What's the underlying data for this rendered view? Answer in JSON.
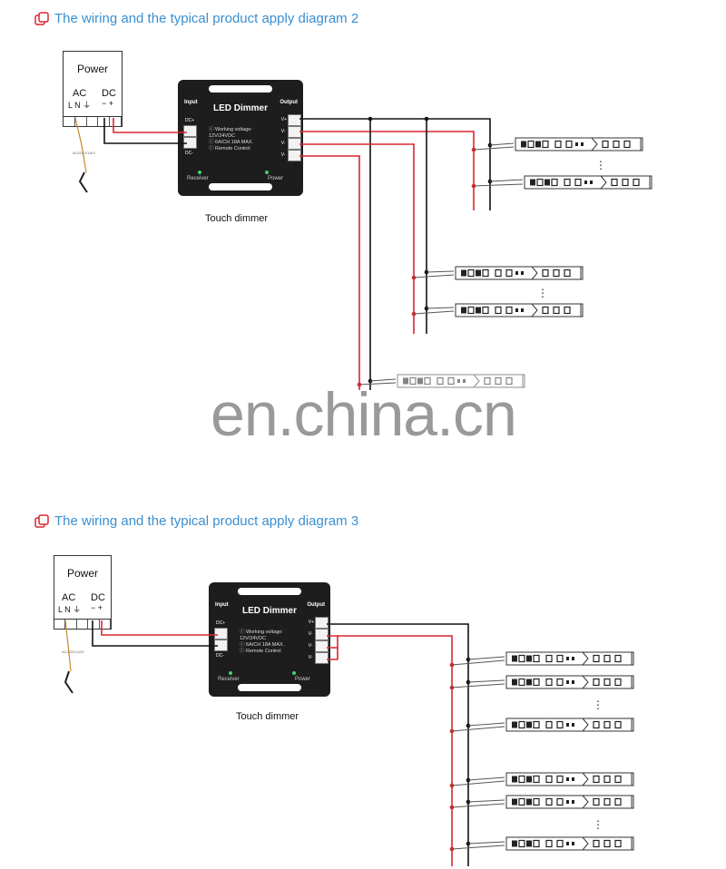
{
  "diagram2": {
    "title": "The wiring and the typical product apply diagram 2",
    "power_label": "Power",
    "ac_label": "AC",
    "dc_label": "DC",
    "ac_pins": "L  N  ⏚",
    "dc_pins": "−  +",
    "ac_input_text": "AC220V/110V",
    "device_title": "LED Dimmer",
    "input_label": "Input",
    "output_label": "Output",
    "dc_plus": "DC+",
    "dc_minus": "DC-",
    "spec_lines": [
      "ⓘ Working voltage:",
      "   12V/24VDC",
      "ⓘ 6A/CH 18A MAX.",
      "ⓘ Remote Control"
    ],
    "out_pins": [
      "V+",
      "V-",
      "V-",
      "V-"
    ],
    "receiver_label": "Receiver",
    "power_port_label": "Power",
    "caption": "Touch dimmer"
  },
  "diagram3": {
    "title": "The wiring and the typical product apply diagram 3",
    "power_label": "Power",
    "ac_label": "AC",
    "dc_label": "DC",
    "ac_pins": "L  N  ⏚",
    "dc_pins": "−  +",
    "ac_input_text": "AC220V/110V",
    "device_title": "LED Dimmer",
    "input_label": "Input",
    "output_label": "Output",
    "dc_plus": "DC+",
    "dc_minus": "DC-",
    "spec_lines": [
      "ⓘ Working voltage:",
      "   12V/24VDC",
      "ⓘ 6A/CH 18A MAX.",
      "ⓘ Remote Control"
    ],
    "out_pins": [
      "V+",
      "V-",
      "V-",
      "V-"
    ],
    "receiver_label": "Receiver",
    "power_port_label": "Power",
    "caption": "Touch dimmer"
  },
  "watermark": "en.china.cn",
  "colors": {
    "title_blue": "#3a8fd0",
    "wire_red": "#d8262f",
    "wire_black": "#111111",
    "device": "#1d1d1d",
    "icon_red": "#d8262f"
  },
  "icons": {
    "title_icon": "overlapping-squares-icon",
    "ellipsis": "⋮"
  }
}
